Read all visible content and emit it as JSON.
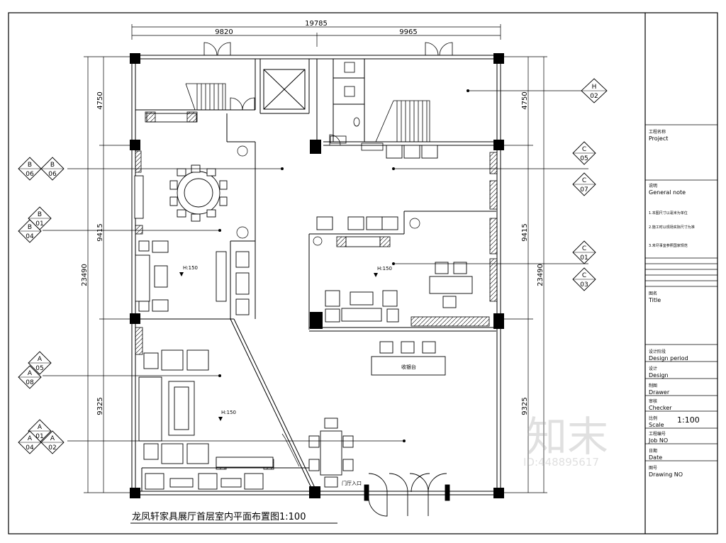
{
  "drawing": {
    "title": "龙凤轩家具展厅首层室内平面布置图1:100",
    "dimensions": {
      "top_total": "19785",
      "top_left": "9820",
      "top_right": "9965",
      "left_top": "4750",
      "left_mid": "9415",
      "left_bottom": "9325",
      "left_total": "23490",
      "right_top": "4750",
      "right_mid": "9415",
      "right_bottom": "9325",
      "right_total": "23490"
    },
    "area_labels": {
      "left_mid": "H:150",
      "right_mid": "H:150",
      "left_bottom": "H:150",
      "counter": "收银台",
      "entrance": "门厅入口"
    },
    "elevation_markers": [
      {
        "top": "H",
        "bottom": "02"
      },
      {
        "top": "C",
        "bottom": "05"
      },
      {
        "top": "C",
        "bottom": "07"
      },
      {
        "top": "C",
        "bottom": "01"
      },
      {
        "top": "C",
        "bottom": "03"
      },
      {
        "top": "B",
        "bottom": "06"
      },
      {
        "top": "B",
        "bottom": "06"
      },
      {
        "top": "B",
        "bottom": "01"
      },
      {
        "top": "B",
        "bottom": "04"
      },
      {
        "top": "A",
        "bottom": "05"
      },
      {
        "top": "A",
        "bottom": "08"
      },
      {
        "top": "A",
        "bottom": "01"
      },
      {
        "top": "A",
        "bottom": "04"
      },
      {
        "top": "A",
        "bottom": "02"
      }
    ]
  },
  "title_block": {
    "project_cn": "工程名称",
    "project": "Project",
    "general_note_cn": "说明",
    "general_note": "General note",
    "notes": [
      "1.本图尺寸以毫米为单位",
      "2.施工时以现场实际尺寸为准",
      "3.未尽事宜参照国家规范"
    ],
    "title_cn": "图名",
    "title": "Title",
    "design_period_cn": "设计阶段",
    "design_period": "Design period",
    "design_cn": "设计",
    "design": "Design",
    "drawer_cn": "制图",
    "drawer": "Drawer",
    "checker_cn": "审核",
    "checker": "Checker",
    "scale_cn": "比例",
    "scale": "Scale",
    "scale_value": "1:100",
    "job_no_cn": "工程编号",
    "job_no": "Job NO",
    "date_cn": "日期",
    "date": "Date",
    "drawing_no_cn": "图号",
    "drawing_no": "Drawing NO"
  },
  "watermark": {
    "logo_text": "知末",
    "id_text": "ID:448895617"
  }
}
